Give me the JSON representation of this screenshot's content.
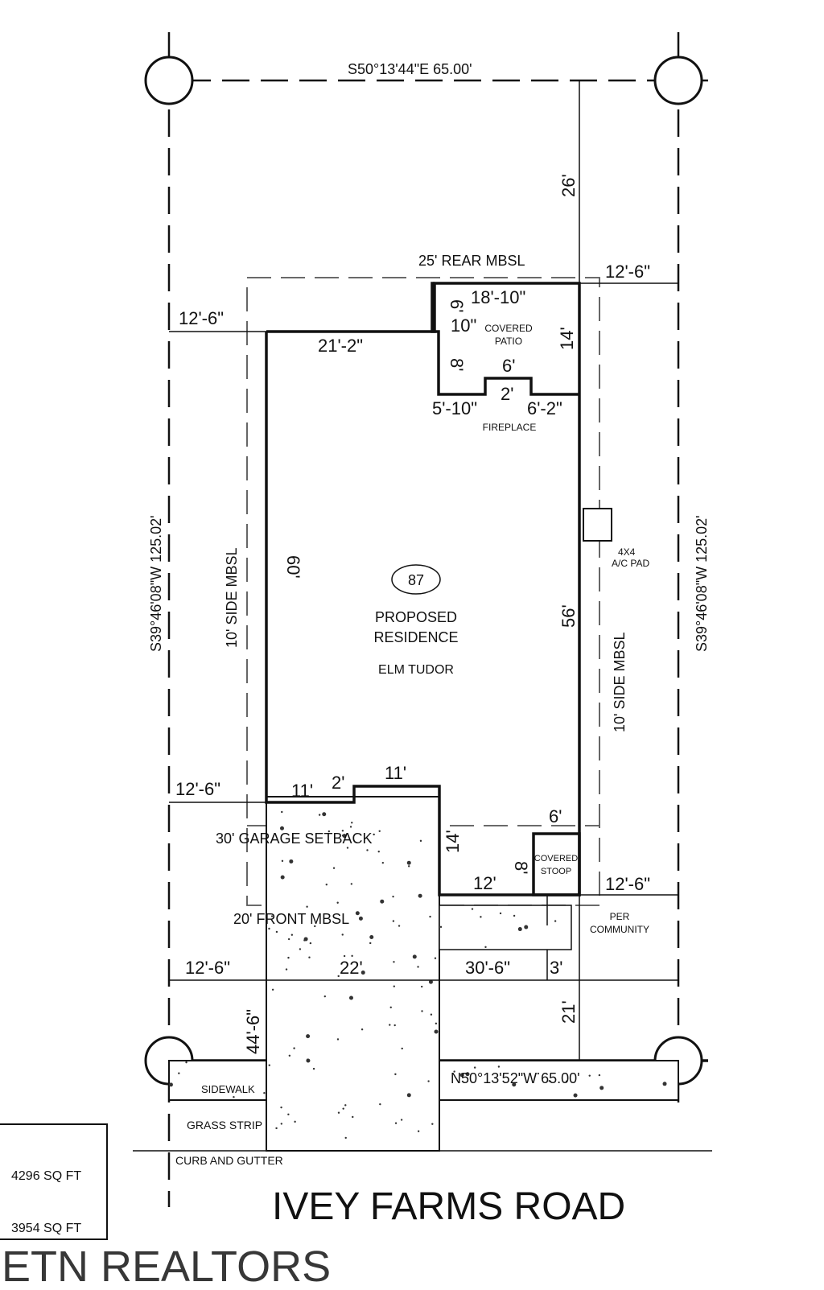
{
  "lot": {
    "number": "87",
    "north_bearing": "S50°13'44\"E 65.00'",
    "south_bearing": "N50°13'52\"W 65.00'",
    "west_bearing": "S39°46'08\"W 125.02'",
    "east_bearing": "S39°46'08\"W 125.02'"
  },
  "setbacks": {
    "rear": "25' REAR MBSL",
    "side_left": "10' SIDE MBSL",
    "side_right": "10' SIDE MBSL",
    "garage": "30' GARAGE SETBACK",
    "front": "20' FRONT MBSL"
  },
  "residence": {
    "title1": "PROPOSED",
    "title2": "RESIDENCE",
    "model": "ELM TUDOR"
  },
  "labels": {
    "covered_patio1": "COVERED",
    "covered_patio2": "PATIO",
    "fireplace": "FIREPLACE",
    "ac_pad1": "4X4",
    "ac_pad2": "A/C PAD",
    "covered_stoop1": "COVERED",
    "covered_stoop2": "STOOP",
    "per_community1": "PER",
    "per_community2": "COMMUNITY",
    "sidewalk": "SIDEWALK",
    "grass_strip": "GRASS STRIP",
    "curb": "CURB AND GUTTER",
    "road": "IVEY FARMS ROAD"
  },
  "dimensions": {
    "rear_yard": "26'",
    "rear_right": "12'-6\"",
    "patio_width": "18'-10\"",
    "left_top": "12'-6\"",
    "top_wall": "21'-2\"",
    "d6": "6'",
    "d10": "10\"",
    "d8": "8'",
    "patio_depth": "14'",
    "fp_width": "6'",
    "fp_depth": "2'",
    "d5_10": "5'-10\"",
    "d6_2": "6'-2\"",
    "left_wall": "60'",
    "right_wall": "56'",
    "left_garage": "12'-6\"",
    "g11a": "11'",
    "g2": "2'",
    "g11b": "11'",
    "g14": "14'",
    "stoop_w": "6'",
    "stoop_d": "8'",
    "g12": "12'",
    "right_front": "12'-6\"",
    "left_bottom": "12'-6\"",
    "drive_w": "22'",
    "right_bottom": "30'-6\"",
    "walk": "3'",
    "front_yard": "21'",
    "drive_len": "44'-6\""
  },
  "areas": [
    "4296 SQ FT",
    "3954 SQ FT"
  ],
  "watermark": "ETN REALTORS"
}
